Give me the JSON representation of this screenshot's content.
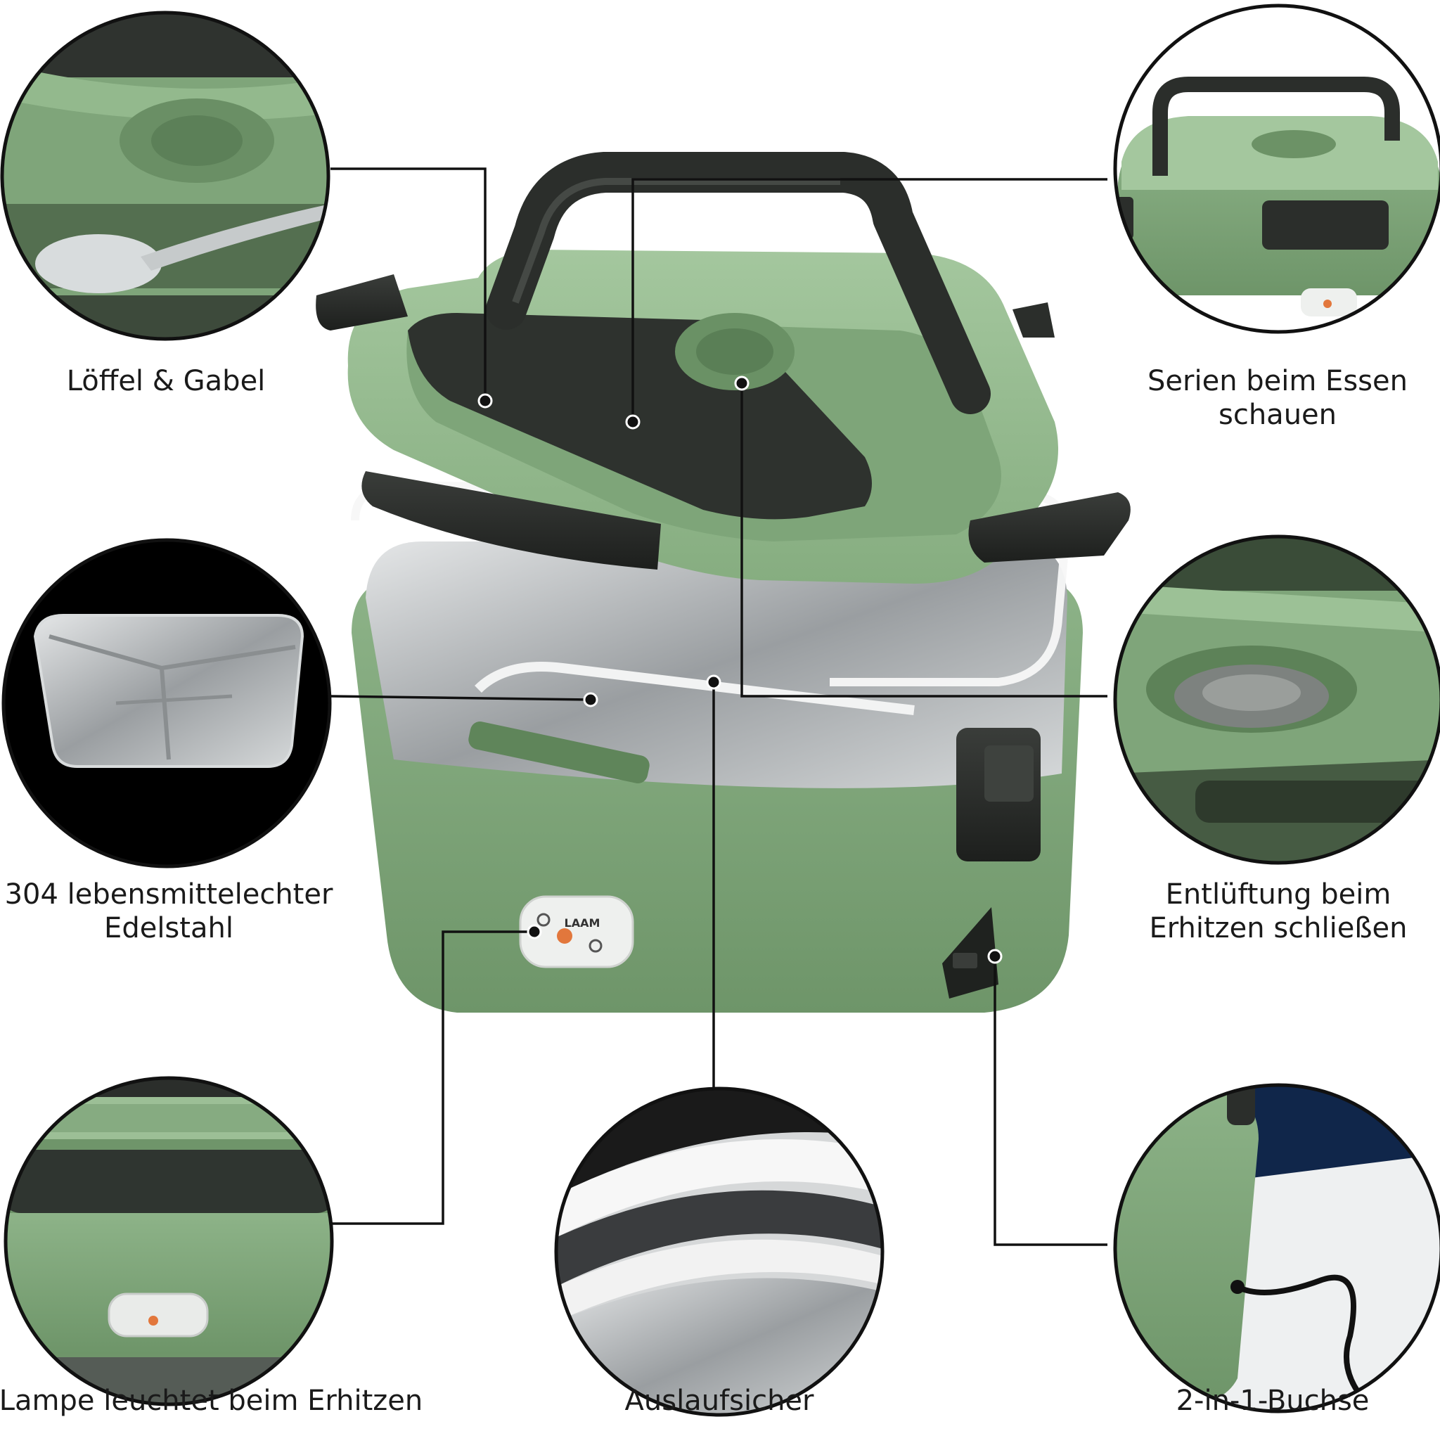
{
  "callouts": {
    "spoon_fork": "Löffel & Gabel",
    "watch_series": [
      "Serien beim Essen",
      "schauen"
    ],
    "steel": [
      "304 lebensmittelechter",
      "Edelstahl"
    ],
    "vent": [
      "Entlüftung beim",
      "Erhitzen schließen"
    ],
    "lamp": "Lampe leuchtet beim Erhitzen",
    "leakproof": "Auslaufsicher",
    "socket": "2-in-1-Buchse"
  },
  "colors": {
    "body_green": "#7fa47a",
    "lid_green": "#93b98d",
    "dark_green": "#5d7d58",
    "handle": "#2b2e2b",
    "steel": "#b9bcbe",
    "circle_border": "#111111"
  },
  "panel": {
    "brand_text": "LAAM"
  }
}
